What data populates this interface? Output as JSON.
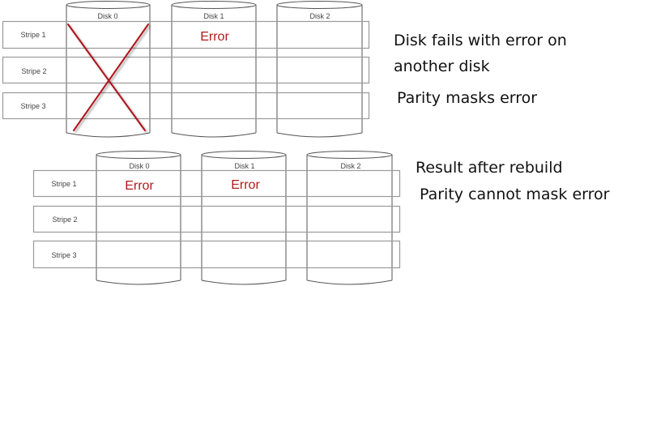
{
  "colors": {
    "error_text": "#b01a1a",
    "x_mark": "#b0121b",
    "disk_outline": "#555555",
    "stripe_outline": "#9a9a9a",
    "label_text": "#444444",
    "caption_text": "#111111"
  },
  "top_diagram": {
    "disks": [
      {
        "label": "Disk 0",
        "state": "failed",
        "mark": "red-x"
      },
      {
        "label": "Disk 1",
        "state": "error",
        "error_label": "Error",
        "error_stripe": "Stripe 1"
      },
      {
        "label": "Disk 2",
        "state": "ok"
      }
    ],
    "stripes": [
      {
        "label": "Stripe 1"
      },
      {
        "label": "Stripe 2"
      },
      {
        "label": "Stripe 3"
      }
    ],
    "caption": {
      "line1": "Disk fails with error on",
      "line2": "another disk",
      "line3": "Parity masks error"
    }
  },
  "bottom_diagram": {
    "disks": [
      {
        "label": "Disk 0",
        "state": "error",
        "error_label": "Error",
        "error_stripe": "Stripe 1"
      },
      {
        "label": "Disk 1",
        "state": "error",
        "error_label": "Error",
        "error_stripe": "Stripe 1"
      },
      {
        "label": "Disk 2",
        "state": "ok"
      }
    ],
    "stripes": [
      {
        "label": "Stripe 1"
      },
      {
        "label": "Stripe 2"
      },
      {
        "label": "Stripe 3"
      }
    ],
    "caption": {
      "line1": "Result after rebuild",
      "line2": "Parity cannot mask error"
    }
  }
}
